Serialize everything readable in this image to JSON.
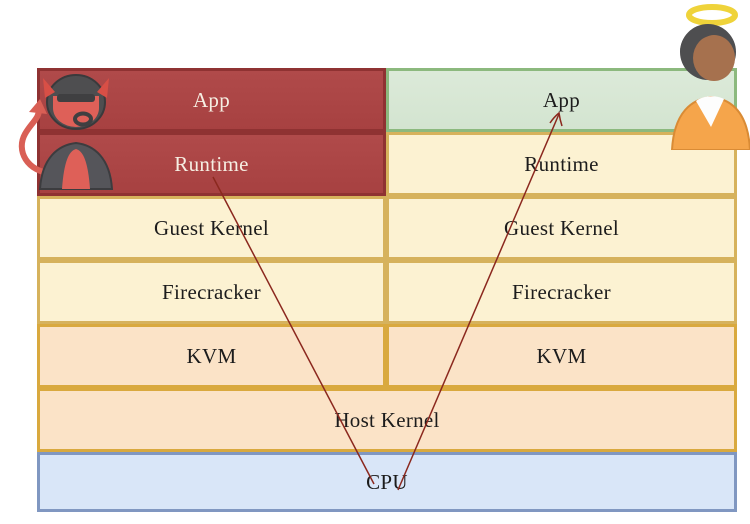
{
  "stack": {
    "columns": [
      {
        "name": "attacker-vm",
        "icon": "devil-icon",
        "rows": [
          {
            "label": "App",
            "variant": "compromised"
          },
          {
            "label": "Runtime",
            "variant": "compromised"
          },
          {
            "label": "Guest Kernel",
            "variant": "guest"
          },
          {
            "label": "Firecracker",
            "variant": "guest"
          },
          {
            "label": "KVM",
            "variant": "host"
          }
        ]
      },
      {
        "name": "victim-vm",
        "icon": "angel-icon",
        "rows": [
          {
            "label": "App",
            "variant": "victim-app"
          },
          {
            "label": "Runtime",
            "variant": "guest"
          },
          {
            "label": "Guest Kernel",
            "variant": "guest"
          },
          {
            "label": "Firecracker",
            "variant": "guest"
          },
          {
            "label": "KVM",
            "variant": "host"
          }
        ]
      }
    ],
    "shared": [
      {
        "label": "Host Kernel",
        "variant": "host"
      },
      {
        "label": "CPU",
        "variant": "cpu"
      }
    ]
  },
  "arrow": {
    "path": "Runtime -> CPU -> App",
    "color": "#8B281E"
  },
  "icons": {
    "attacker": {
      "name": "devil-icon",
      "body_color": "#DE6058",
      "dark_color": "#4E4E50"
    },
    "victim": {
      "name": "angel-icon",
      "body_color": "#F5A54B",
      "halo_color": "#EFD33A",
      "skin_color": "#A6714E",
      "hair_color": "#4E4E50"
    }
  },
  "colors": {
    "compromised_fill": "#AB4545",
    "compromised_border": "#8F3232",
    "victim_app_fill": "#D7E7D4",
    "victim_app_border": "#8CB97E",
    "guest_fill": "#FCF2D2",
    "guest_border": "#D6B25C",
    "host_fill": "#FBE3C7",
    "host_border": "#D9A93E",
    "cpu_fill": "#D9E6F8",
    "cpu_border": "#8097C1"
  }
}
